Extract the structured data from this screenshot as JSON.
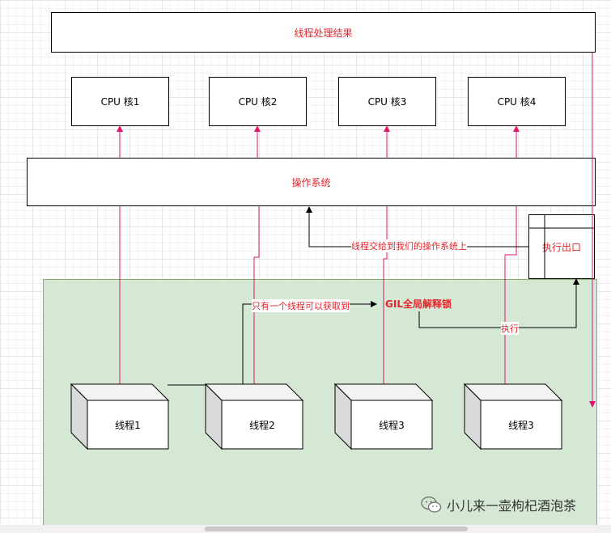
{
  "diagram": {
    "result_label": "线程处理结果",
    "cpu_cores": [
      "CPU 核1",
      "CPU 核2",
      "CPU 核3",
      "CPU 核4"
    ],
    "os_label": "操作系统",
    "exec_exit_label": "执行出口",
    "threads": [
      "线程1",
      "线程2",
      "线程3",
      "线程3"
    ],
    "gil_label": "GIL全局解释锁",
    "edge_labels": {
      "only_one_thread": "只有一个线程可以获取到",
      "handover_to_os": "线程交给到我们的操作系统上",
      "execute": "执行"
    },
    "colors": {
      "arrow_pink": "#e0166e",
      "text_red": "#e5242c",
      "green_fill": "#d5e8d4"
    }
  },
  "watermark": {
    "text": "小儿来一壶枸杞酒泡茶",
    "icon": "wechat-icon"
  }
}
